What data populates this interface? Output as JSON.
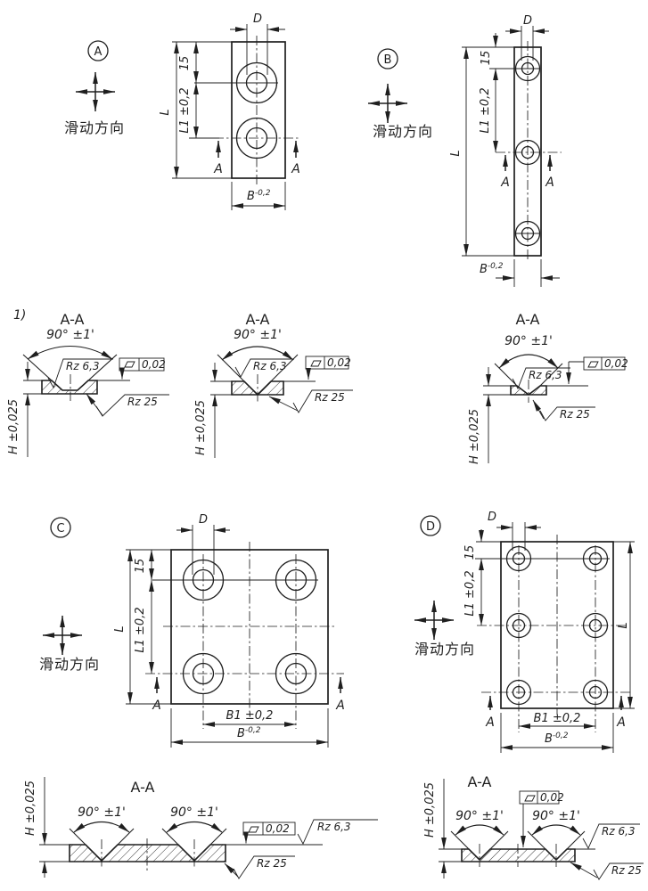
{
  "palette": {
    "ink": "#1f1f1f",
    "paper": "#ffffff"
  },
  "labels": {
    "slide_direction": "滑动方向",
    "section_title": "A-A",
    "footnote": "1)",
    "angle": "90° ±1'",
    "rz_fine": "Rz 6,3",
    "rz_coarse": "Rz 25",
    "flatness_tol": "0,02",
    "height": "H ±0,025",
    "cut_marker": "A",
    "dim_d": "D",
    "dim_15": "15",
    "dim_l1": "L1 ±0,2",
    "dim_l": "L",
    "dim_b": "B",
    "dim_b_tol": "-0,2",
    "dim_b1": "B1 ±0,2"
  },
  "views": {
    "a": {
      "label": "A"
    },
    "b": {
      "label": "B"
    },
    "c": {
      "label": "C"
    },
    "d": {
      "label": "D"
    }
  }
}
